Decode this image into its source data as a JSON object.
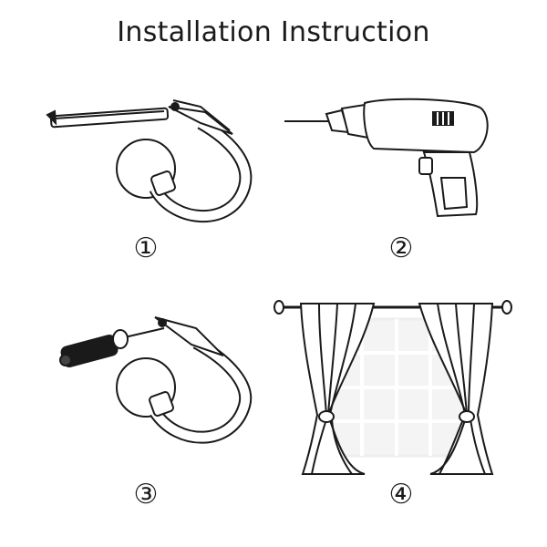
{
  "title": "Installation Instruction",
  "steps": [
    {
      "number": "①",
      "icon": "clip-screwdriver-icon"
    },
    {
      "number": "②",
      "icon": "electric-drill-icon"
    },
    {
      "number": "③",
      "icon": "screwdriver-mount-icon"
    },
    {
      "number": "④",
      "icon": "curtain-tieback-icon"
    }
  ]
}
